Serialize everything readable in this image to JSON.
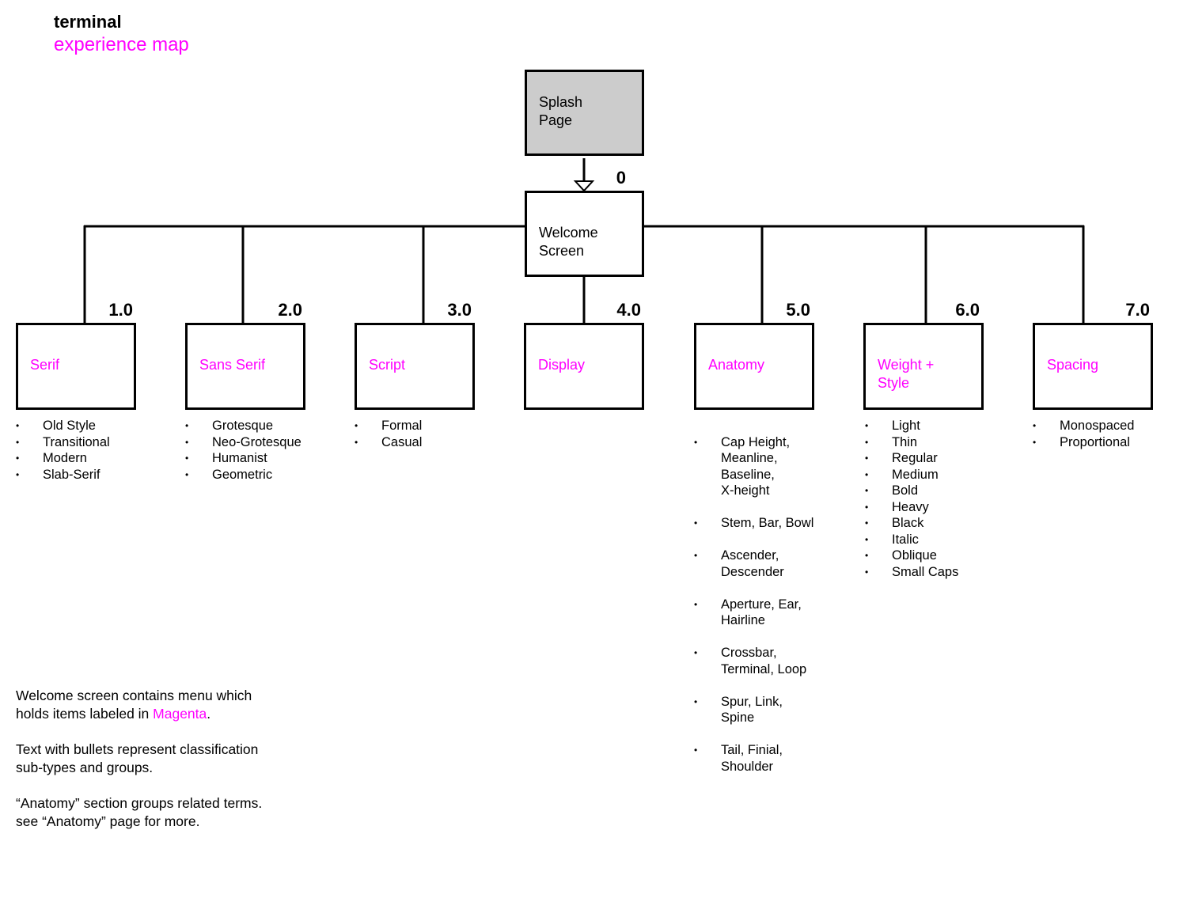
{
  "header": {
    "title": "terminal",
    "subtitle": "experience map"
  },
  "colors": {
    "accent": "#ff00ff",
    "splash_fill": "#cccccc",
    "line": "#000000"
  },
  "splash": {
    "line1": "Splash",
    "line2": "Page"
  },
  "welcome": {
    "number": "0",
    "line1": "Welcome",
    "line2": "Screen"
  },
  "categories": [
    {
      "number": "1.0",
      "line1": "Serif",
      "line2": "",
      "items": [
        "Old Style",
        "Transitional",
        "Modern",
        "Slab-Serif"
      ]
    },
    {
      "number": "2.0",
      "line1": "Sans Serif",
      "line2": "",
      "items": [
        "Grotesque",
        "Neo-Grotesque",
        "Humanist",
        "Geometric"
      ]
    },
    {
      "number": "3.0",
      "line1": "Script",
      "line2": "",
      "items": [
        "Formal",
        "Casual"
      ]
    },
    {
      "number": "4.0",
      "line1": "Display",
      "line2": "",
      "items": []
    },
    {
      "number": "5.0",
      "line1": "Anatomy",
      "line2": "",
      "items": [
        "Cap Height,\nMeanline,\nBaseline,\nX-height",
        "Stem, Bar, Bowl",
        "Ascender,\nDescender",
        "Aperture, Ear,\nHairline",
        "Crossbar,\nTerminal, Loop",
        "Spur, Link,\nSpine",
        "Tail, Finial,\nShoulder"
      ]
    },
    {
      "number": "6.0",
      "line1": "Weight +",
      "line2": "Style",
      "items": [
        "Light",
        "Thin",
        "Regular",
        "Medium",
        "Bold",
        "Heavy",
        "Black",
        "Italic",
        "Oblique",
        "Small Caps"
      ]
    },
    {
      "number": "7.0",
      "line1": "Spacing",
      "line2": "",
      "items": [
        "Monospaced",
        "Proportional"
      ]
    }
  ],
  "notes": {
    "p1_before": "Welcome screen contains menu which holds items labeled in ",
    "p1_highlight": "Magenta",
    "p1_after": ".",
    "p2": "Text with bullets represent classification sub-types and groups.",
    "p3": "“Anatomy” section groups related terms. see “Anatomy” page for more."
  }
}
